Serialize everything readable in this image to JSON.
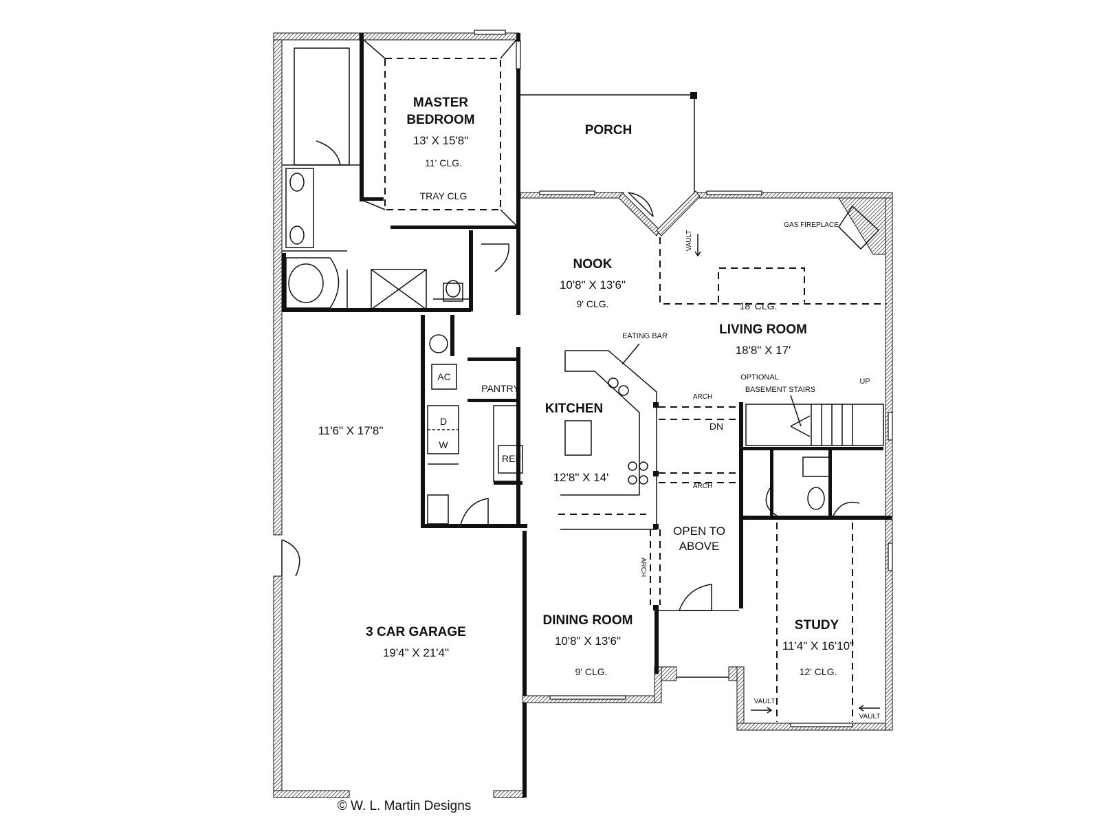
{
  "rooms": {
    "master_bedroom": {
      "name_line1": "MASTER",
      "name_line2": "BEDROOM",
      "size": "13' X 15'8\"",
      "ceiling": "11' CLG.",
      "tray": "TRAY CLG"
    },
    "porch": {
      "name": "PORCH"
    },
    "nook": {
      "name": "NOOK",
      "size": "10'8\" X 13'6\"",
      "ceiling": "9' CLG."
    },
    "living_room": {
      "name": "LIVING ROOM",
      "size": "18'8\" X 17'",
      "ceiling": "18' CLG."
    },
    "kitchen": {
      "name": "KITCHEN",
      "size": "12'8\" X 14'"
    },
    "garage_bay": {
      "size": "11'6\" X 17'8\""
    },
    "garage": {
      "name": "3 CAR GARAGE",
      "size": "19'4\" X 21'4\""
    },
    "dining_room": {
      "name": "DINING ROOM",
      "size": "10'8\" X 13'6\"",
      "ceiling": "9' CLG."
    },
    "study": {
      "name": "STUDY",
      "size": "11'4\" X 16'10\"",
      "ceiling": "12' CLG."
    },
    "open_above": {
      "line1": "OPEN TO",
      "line2": "ABOVE"
    }
  },
  "annotations": {
    "gas_fireplace": "GAS FIREPLACE",
    "vault": "VAULT",
    "eating_bar": "EATING BAR",
    "pantry": "PANTRY",
    "ac": "AC",
    "dryer": "D",
    "washer": "W",
    "ref": "REF",
    "arch": "ARCH",
    "optional_stairs_line1": "OPTIONAL",
    "optional_stairs_line2": "BASEMENT STAIRS",
    "up": "UP",
    "dn": "DN"
  },
  "copyright": "© W. L. Martin Designs"
}
